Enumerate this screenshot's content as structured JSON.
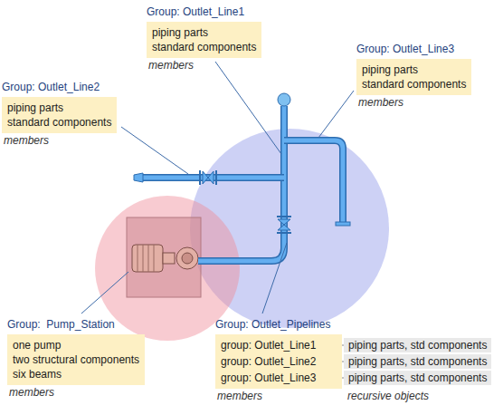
{
  "diagram": {
    "nodes": [
      {
        "text": [
          "Group: Outlet_Line1",
          "piping parts standard components",
          "members"
        ]
      },
      {
        "text": [
          "Group: Outlet_Line3",
          "piping parts standard components",
          "members"
        ]
      },
      {
        "text": [
          "Group: Outlet_Line2",
          "piping parts standard components",
          "members"
        ]
      },
      {
        "text": [
          "Group:  Pump_Station",
          "one pump two structural components six beams",
          "members"
        ]
      },
      {
        "text": [
          "Group: Outlet_Pipelines",
          "members"
        ]
      },
      {
        "text": [
          "group: Outlet_Line1"
        ],
        "in": 4
      },
      {
        "text": [
          "group: Outlet_Line2"
        ],
        "in": 4
      },
      {
        "text": [
          "group: Outlet_Line3"
        ],
        "in": 4
      },
      {
        "text": [
          "piping parts, std components"
        ]
      },
      {
        "text": [
          "piping parts, std components"
        ]
      },
      {
        "text": [
          "piping parts, std components"
        ]
      }
    ],
    "edges": [
      {
        "from": 5,
        "to": 8,
        "arrow": "none"
      },
      {
        "from": 6,
        "to": 9,
        "arrow": "none"
      },
      {
        "from": 7,
        "to": 10,
        "arrow": "none"
      }
    ],
    "labels": [
      "recursive objects"
    ]
  }
}
